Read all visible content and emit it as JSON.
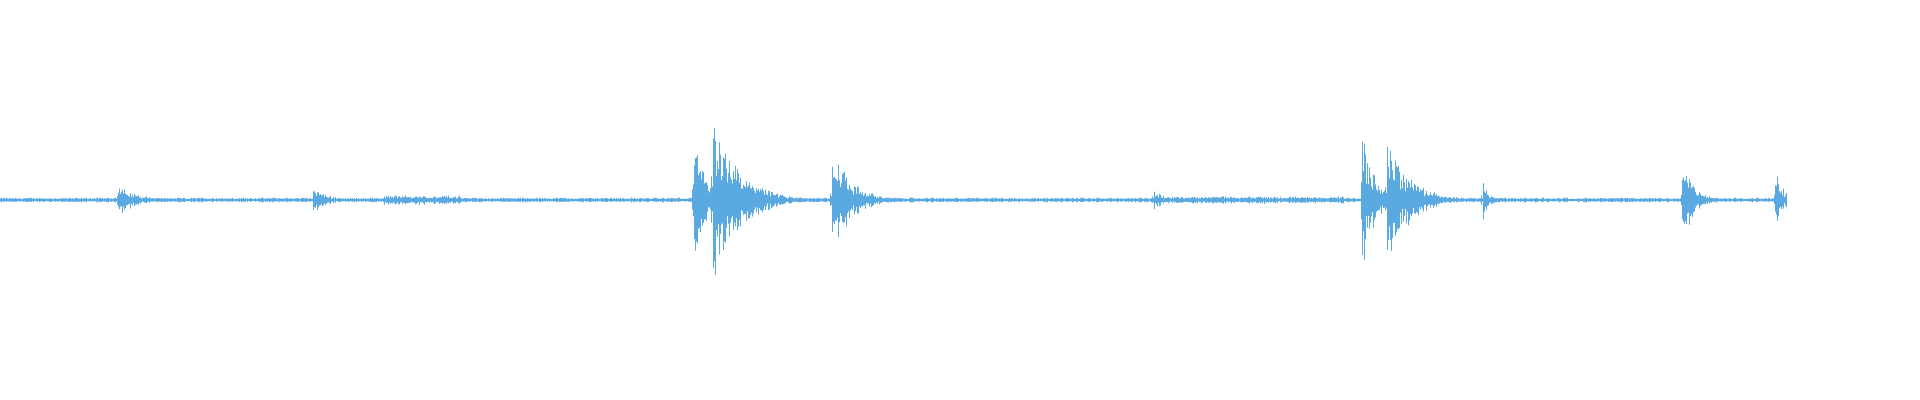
{
  "waveform": {
    "color": "#5aa9e0",
    "background": "#ffffff",
    "end_fraction": 0.93,
    "baseline_level": 0.012,
    "transients": [
      {
        "position": 0.061,
        "amplitude": 0.13,
        "decay": 0.01
      },
      {
        "position": 0.163,
        "amplitude": 0.09,
        "decay": 0.008
      },
      {
        "position": 0.361,
        "amplitude": 0.5,
        "decay": 0.006
      },
      {
        "position": 0.371,
        "amplitude": 0.58,
        "decay": 0.014
      },
      {
        "position": 0.392,
        "amplitude": 0.11,
        "decay": 0.01
      },
      {
        "position": 0.433,
        "amplitude": 0.4,
        "decay": 0.01
      },
      {
        "position": 0.601,
        "amplitude": 0.07,
        "decay": 0.006
      },
      {
        "position": 0.709,
        "amplitude": 0.6,
        "decay": 0.006
      },
      {
        "position": 0.722,
        "amplitude": 0.45,
        "decay": 0.012
      },
      {
        "position": 0.772,
        "amplitude": 0.18,
        "decay": 0.003
      },
      {
        "position": 0.876,
        "amplitude": 0.32,
        "decay": 0.006
      },
      {
        "position": 0.924,
        "amplitude": 0.26,
        "decay": 0.004
      }
    ],
    "noisy_regions": [
      {
        "start": 0.2,
        "end": 0.24,
        "level": 0.022
      },
      {
        "start": 0.6,
        "end": 0.66,
        "level": 0.018
      },
      {
        "start": 0.66,
        "end": 0.7,
        "level": 0.016
      }
    ]
  }
}
